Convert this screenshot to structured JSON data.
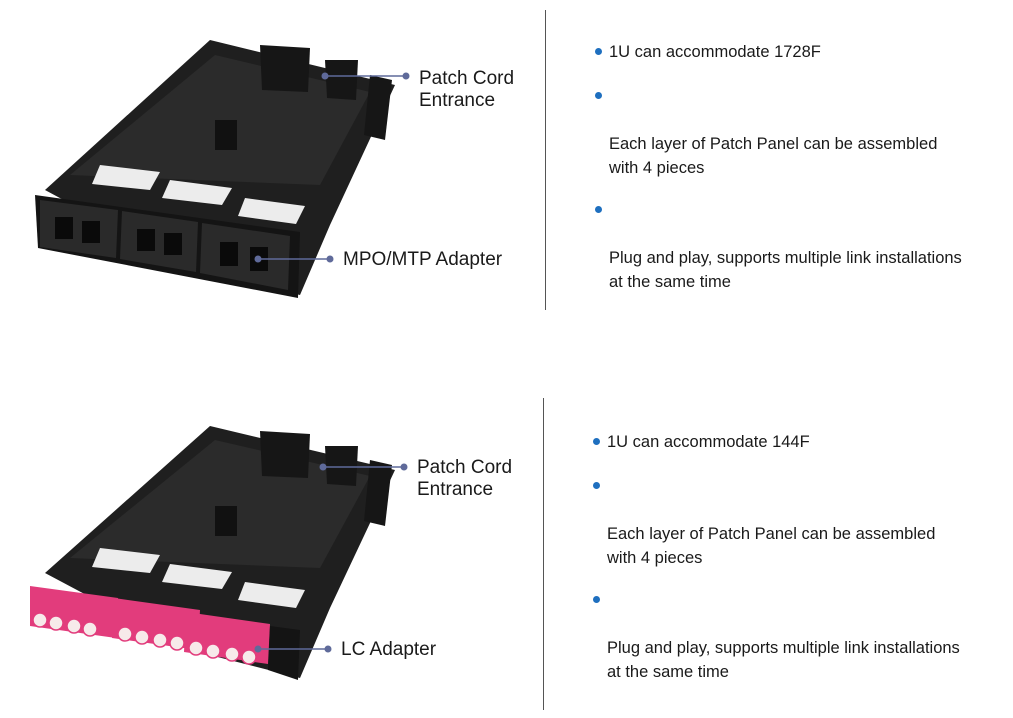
{
  "accent_color": "#1e6fbf",
  "callout_color": "#5f6a9a",
  "top": {
    "product": "mpo",
    "adapter_color": "#1c1c1c",
    "callouts": {
      "patch_cord": "Patch Cord\nEntrance",
      "adapter": "MPO/MTP Adapter"
    },
    "features": [
      "1U can accommodate 1728F",
      "Each layer of Patch Panel can be assembled\nwith 4 pieces",
      "Plug and play, supports multiple link installations\nat the same time"
    ]
  },
  "bottom": {
    "product": "lc",
    "adapter_color": "#e23c7c",
    "callouts": {
      "patch_cord": "Patch Cord\nEntrance",
      "adapter": "LC Adapter"
    },
    "features": [
      "1U can accommodate 144F",
      "Each layer of Patch Panel can be assembled\nwith 4 pieces",
      "Plug and play, supports multiple link installations\nat the same time"
    ]
  }
}
